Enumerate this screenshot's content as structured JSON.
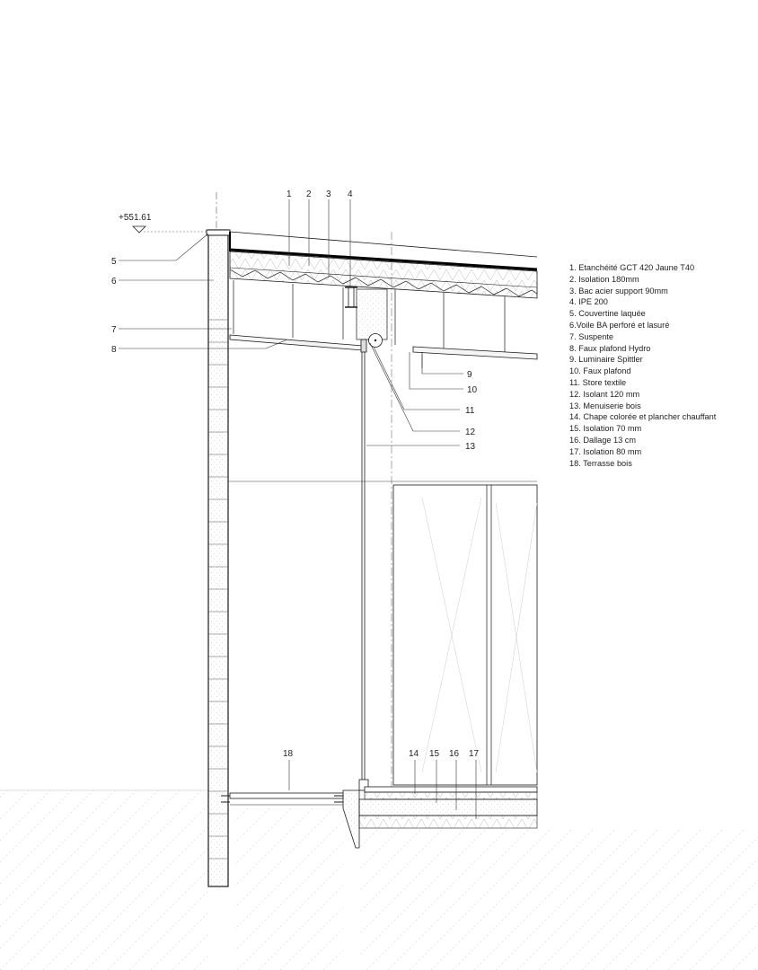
{
  "elevation_marker": "+551.61",
  "callouts": {
    "c1": "1",
    "c2": "2",
    "c3": "3",
    "c4": "4",
    "c5": "5",
    "c6": "6",
    "c7": "7",
    "c8": "8",
    "c9": "9",
    "c10": "10",
    "c11": "11",
    "c12": "12",
    "c13": "13",
    "c14": "14",
    "c15": "15",
    "c16": "16",
    "c17": "17",
    "c18": "18"
  },
  "legend": [
    "1. Etanchéité GCT 420 Jaune T40",
    "2. Isolation 180mm",
    "3. Bac acier support 90mm",
    "4. IPE 200",
    "5. Couvertine laquée",
    "6.Voile BA perforé et lasuré",
    "7. Suspente",
    "8. Faux plafond Hydro",
    "9. Luminaire Spittler",
    "10. Faux plafond",
    "11. Store textile",
    "12. Isolant 120 mm",
    "13. Menuiserie bois",
    "14. Chape colorée et plancher chauffant",
    "15. Isolation 70 mm",
    "16. Dallage 13 cm",
    "17. Isolation 80 mm",
    "18. Terrasse bois"
  ],
  "colors": {
    "line": "#1a1a1a",
    "hatch": "#c8c8c8",
    "text": "#222222"
  }
}
